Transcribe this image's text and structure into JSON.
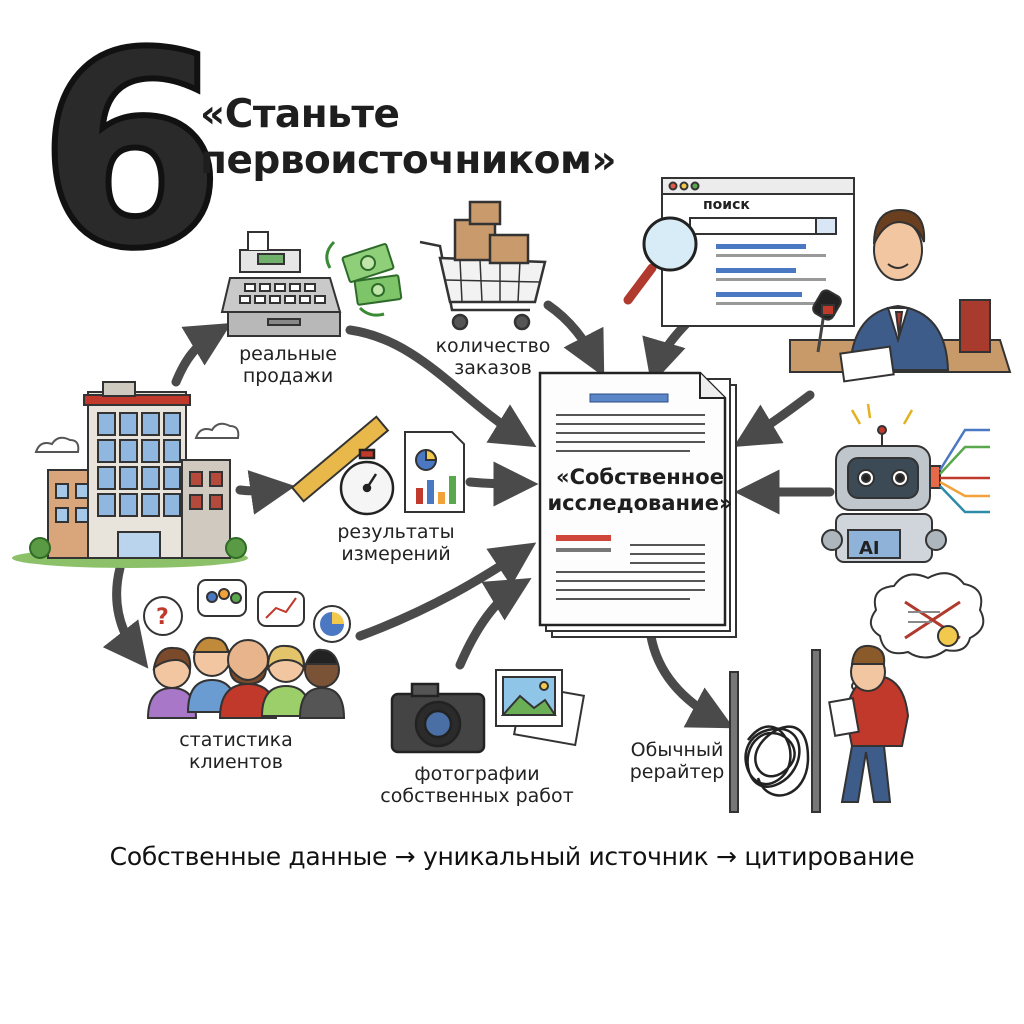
{
  "number": "6",
  "title": {
    "line1": "«Станьте",
    "line2": "первоисточником»"
  },
  "center_document": {
    "line1": "«Собственное",
    "line2": "исследование»"
  },
  "sources": {
    "sales": {
      "line1": "реальные",
      "line2": "продажи"
    },
    "orders": {
      "line1": "количество",
      "line2": "заказов"
    },
    "measurements": {
      "line1": "результаты",
      "line2": "измерений"
    },
    "clients": {
      "line1": "статистика",
      "line2": "клиентов"
    },
    "photos": {
      "line1": "фотографии",
      "line2": "собственных работ"
    }
  },
  "consumers": {
    "search": "поиск",
    "ai": "AI",
    "writer": {
      "line1": "Обычный",
      "line2": "рерайтер"
    }
  },
  "bottom_caption": "Собственные данные → уникальный источник → цитирование",
  "icons": [
    "office-building-icon",
    "cash-register-icon",
    "money-icon",
    "shopping-cart-icon",
    "ruler-icon",
    "stopwatch-icon",
    "report-chart-icon",
    "people-group-icon",
    "camera-icon",
    "photo-icon",
    "search-window-icon",
    "magnifier-icon",
    "journalist-icon",
    "robot-icon",
    "frustrated-writer-icon",
    "tangled-scribble-icon"
  ],
  "colors": {
    "arrow": "#4a4a4a",
    "accent_red": "#c0392b",
    "accent_blue": "#3f6fb5",
    "ink": "#1e1e1e"
  }
}
